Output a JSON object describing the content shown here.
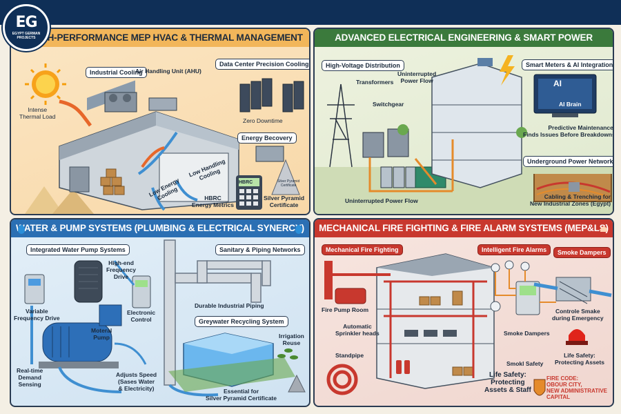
{
  "brand": {
    "mark": "EG",
    "name": "EGYPT GERMAN PROJECTS"
  },
  "colors": {
    "navy": "#0f2f57",
    "hvac": "#f2b65a",
    "electric": "#3b7a3c",
    "water": "#2b6fb3",
    "fire": "#c8382e"
  },
  "hvac": {
    "title": "HIGH-PERFORMANCE MEP HVAC & THERMAL MANAGEMENT",
    "industrial_cooling": "Industrial Cooling",
    "ahu": "Air Handling Unit (AHU)",
    "datacenter": "Data Center Precision Cooling",
    "zero_downtime": "Zero Downtime",
    "thermal_load": "Intense\nThermal Load",
    "energy_recovery": "Energy Becovery",
    "low_energy": "Low Energy\nCooling",
    "low_handling": "Low Handling\nCooling",
    "hbrc_display": "HBRC",
    "hbrc": "HBRC\nEnergy Metrics",
    "certificate": "Silver Pyramid\nCertificate",
    "cert_inner": "Silver Pyramid\nCertificate"
  },
  "electrical": {
    "title": "ADVANCED ELECTRICAL ENGINEERING & SMART POWER",
    "hv": "High-Voltage Distribution",
    "transformers": "Transformers",
    "ups": "Uninterrupted\nPower Flow",
    "switchgear": "Switchgear",
    "smart": "Smart Meters & AI Integration",
    "ai_chip": "AI",
    "ai_brain": "AI Brain",
    "predictive": "Predictive Maintenance:\nFinds Issues Before Breakdowns",
    "underground": "Underground Power Networks",
    "cabling": "Cabling & Trenching for\nNew Industrial Zones (Egypt)",
    "power_flow": "Uninterrupted Power Flow"
  },
  "water": {
    "title": "WATER & PUMP SYSTEMS (PLUMBING & ELECTRICAL SYNERCY)",
    "integrated": "Integrated Water Pump Systems",
    "sanitary": "Sanitary & Piping Networks",
    "hf_drive": "High-end\nFrequency\nDrive",
    "vfd": "Variable\nFrequency Drive",
    "electronic": "Electronic\nControl",
    "motor_pump": "Moteral\nPump",
    "durable": "Durable Industrial Piping",
    "greywater": "Greywater Recycling System",
    "irrigation": "Irrigation\nReuse",
    "realtime": "Real-time\nDemand\nSensing",
    "adjusts": "Adjusts Speed\n(Sases Water\n& Electricity)",
    "essential": "Essential for\nSilver Pyramid Certificate"
  },
  "fire": {
    "title": "MECHANICAL FIRE FIGHTING & FIRE ALARM SYSTEMS (MEP&LS)",
    "mech": "Mechanical Fire Fighting",
    "alarms": "Intelligent Fire Alarms",
    "dampers_tag": "Smoke Dampers",
    "pump_room": "Fire Pump Room",
    "sprinkler": "Automatic\nSprinkler heads",
    "standpipe": "Standpipe",
    "controle": "Controle Smake\nduring Emergency",
    "dampers": "Smoke Dampers",
    "smokl": "Smokl Safety",
    "life1": "Life Safety:\nProtecting\nAssets & Staff",
    "life2": "Life Safety:\nProtecting Assets",
    "code": "FIRE CODE:\nOBOUR CITY,\nNEW ADMINISTRATIVE\nCAPITAL"
  }
}
